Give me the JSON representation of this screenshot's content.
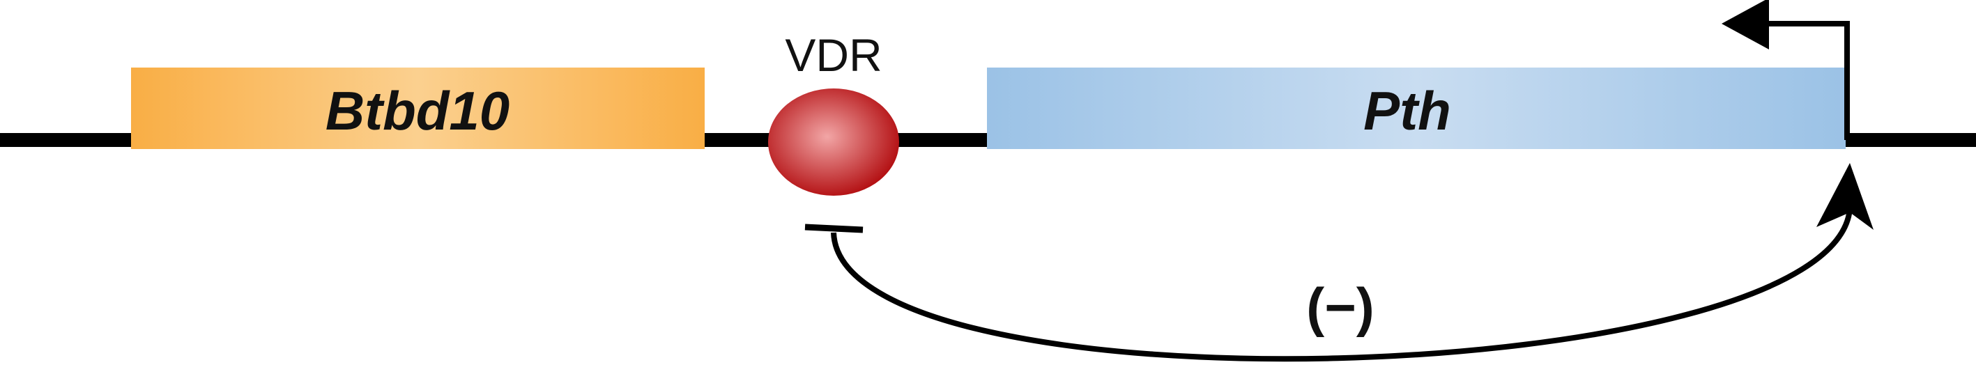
{
  "genes": {
    "left": {
      "name": "Btbd10",
      "color": "#F9AE45",
      "highlight": "#FBD08F"
    },
    "right": {
      "name": "Pth",
      "color": "#9BC2E6",
      "highlight": "#C9DDF1"
    }
  },
  "factor": {
    "name": "VDR",
    "color": "#B0080B",
    "highlight": "#F2A6A6"
  },
  "regulation": {
    "label": "(−)",
    "type": "negative"
  },
  "colors": {
    "line": "#000000"
  }
}
